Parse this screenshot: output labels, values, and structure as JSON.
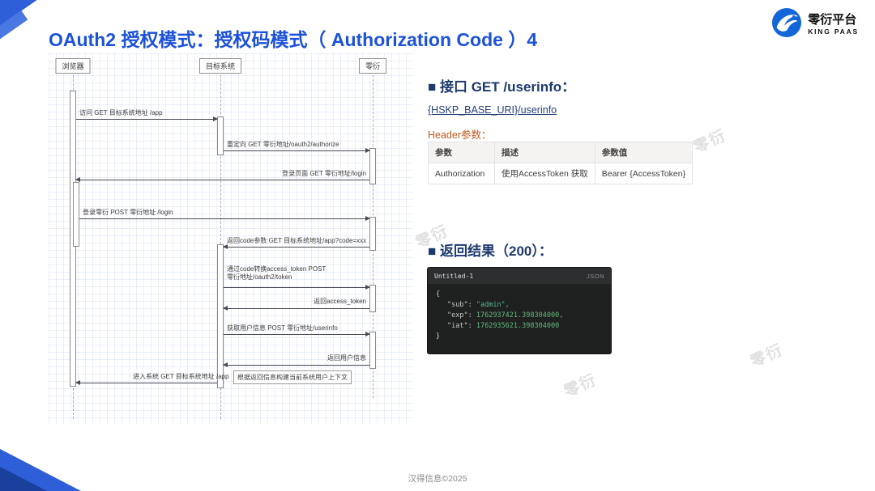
{
  "slide": {
    "title": "OAuth2 授权模式：授权码模式（ Authorization Code ）4",
    "footer": "汉得信息©2025",
    "watermark": "零衍"
  },
  "logo": {
    "name": "零衍平台",
    "subtitle": "KING PAAS"
  },
  "colors": {
    "title_blue": "#1c52d9",
    "heading_navy": "#1e3a6d",
    "params_orange": "#c05a1d",
    "accent_blue": "#2e5ed8",
    "editor_bg": "#1f2020",
    "code_green": "#4fbf8f"
  },
  "diagram": {
    "actors": [
      {
        "label": "浏览器"
      },
      {
        "label": "目标系统"
      },
      {
        "label": "零衍"
      }
    ],
    "messages": [
      {
        "label": "访问 GET 目标系统地址 /app"
      },
      {
        "label": "重定向 GET 零衍地址/oauth2/authorize"
      },
      {
        "label": "登录页面 GET 零衍地址/login"
      },
      {
        "label": "登录零衍 POST 零衍地址 /login"
      },
      {
        "label": "返回code参数 GET 目标系统地址/app?code=xxx"
      },
      {
        "label": "通过code转换access_token POST 零衍地址/oauth2/token"
      },
      {
        "label": "返回access_token"
      },
      {
        "label": "获取用户信息 POST 零衍地址/userinfo"
      },
      {
        "label": "返回用户信息"
      },
      {
        "label": "进入系统 GET 目标系统地址 /app"
      },
      {
        "label": "根据返回信息构建当前系统用户上下文"
      }
    ]
  },
  "api": {
    "heading": "■ 接口 GET /userinfo：",
    "url": "{HSKP_BASE_URI}/userinfo",
    "params_label": "Header参数：",
    "table": {
      "headers": [
        "参数",
        "描述",
        "参数值"
      ],
      "rows": [
        {
          "param": "Authorization",
          "desc": "使用AccessToken 获取",
          "value": "Bearer {AccessToken}"
        }
      ]
    }
  },
  "result": {
    "heading": "■ 返回结果（200）：",
    "editor": {
      "tab": "Untitled-1",
      "lang": "JSON",
      "code": {
        "open_brace": "{",
        "sub_key": "\"sub\":",
        "sub_value": "\"admin\",",
        "exp_key": "\"exp\":",
        "exp_value": "1762937421.398304000,",
        "iat_key": "\"iat\":",
        "iat_value": "1762935621.398304000",
        "close_brace": "}"
      }
    }
  }
}
